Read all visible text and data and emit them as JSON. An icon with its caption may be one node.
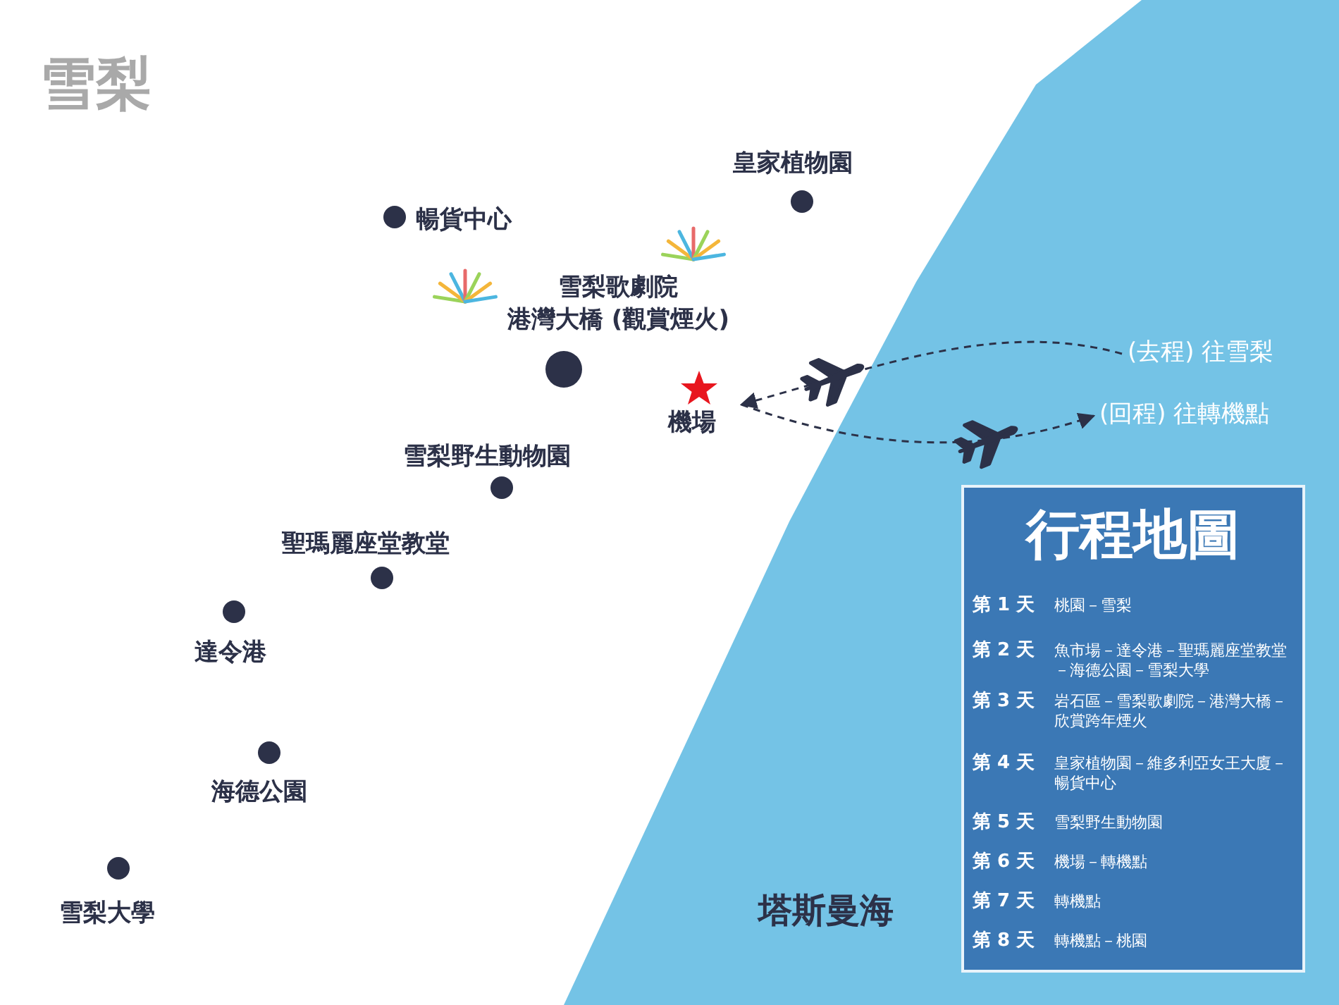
{
  "diagram": {
    "nodes": [
      {
        "text": [
          "機場"
        ]
      },
      {
        "text": [
          "(去程) 往雪梨"
        ]
      },
      {
        "text": [
          "(回程) 往轉機點"
        ]
      },
      {
        "text": [
          "行程地圖"
        ]
      }
    ],
    "edges": [
      {
        "from": 1,
        "to": 0,
        "arrow": "to",
        "style": "dashed"
      },
      {
        "from": 0,
        "to": 2,
        "arrow": "to",
        "style": "dashed"
      }
    ],
    "labels": [
      "雪梨",
      "皇家植物園",
      "暢貨中心",
      "雪梨歌劇院港灣大橋 (觀賞煙火)",
      "雪梨野生動物園",
      "聖瑪麗座堂教堂",
      "達令港",
      "海德公園",
      "雪梨大學",
      "塔斯曼海",
      "第 1 天",
      "桃園－雪梨",
      "第 2 天",
      "魚市場－達令港－聖瑪麗座堂教堂－海德公園－雪梨大學",
      "第 3 天",
      "岩石區－雪梨歌劇院－港灣大橋－欣賞跨年煙火",
      "第 4 天",
      "皇家植物園－維多利亞女王大廈－暢貨中心",
      "第 5 天",
      "雪梨野生動物園",
      "第 6 天",
      "機場－轉機點",
      "第 7 天",
      "轉機點",
      "第 8 天",
      "轉機點－桃園"
    ]
  }
}
